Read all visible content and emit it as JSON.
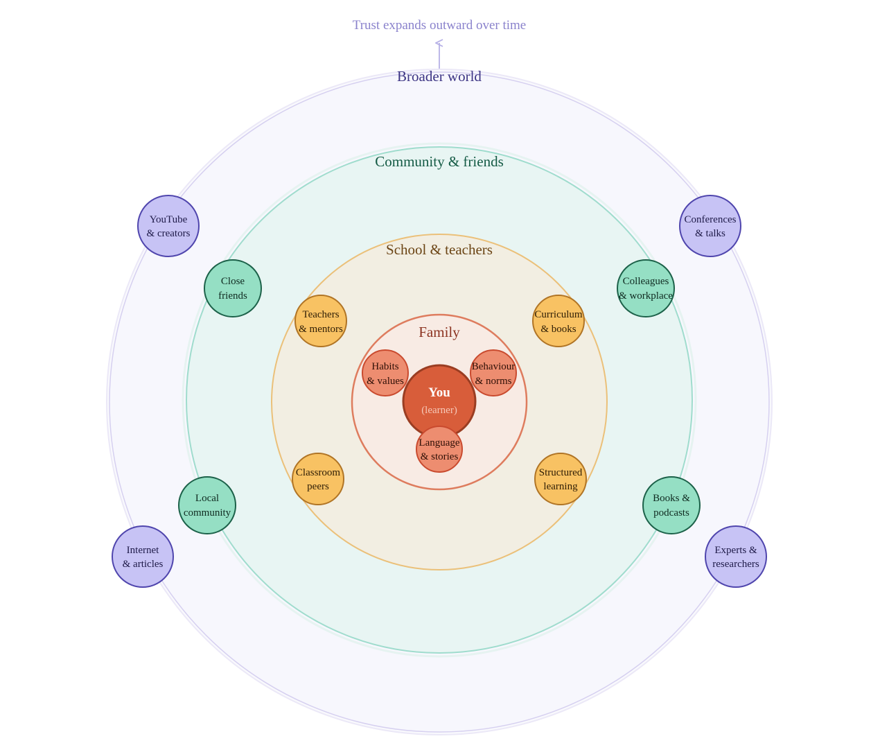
{
  "diagram": {
    "annotation": "Trust expands outward over time",
    "center": {
      "title": "You",
      "subtitle": "(learner)"
    },
    "rings": {
      "world": {
        "label": "Broader world"
      },
      "community": {
        "label": "Community & friends"
      },
      "school": {
        "label": "School & teachers"
      },
      "family": {
        "label": "Family"
      }
    },
    "nodes": {
      "youtube": [
        "YouTube",
        "& creators"
      ],
      "conferences": [
        "Conferences",
        "& talks"
      ],
      "internet": [
        "Internet",
        "& articles"
      ],
      "experts": [
        "Experts &",
        "researchers"
      ],
      "close_friends": [
        "Close",
        "friends"
      ],
      "colleagues": [
        "Colleagues",
        "& workplace"
      ],
      "local_community": [
        "Local",
        "community"
      ],
      "books_podcasts": [
        "Books &",
        "podcasts"
      ],
      "teachers": [
        "Teachers",
        "& mentors"
      ],
      "curriculum": [
        "Curriculum",
        "& books"
      ],
      "classroom": [
        "Classroom",
        "peers"
      ],
      "structured": [
        "Structured",
        "learning"
      ],
      "habits": [
        "Habits",
        "& values"
      ],
      "behaviour": [
        "Behaviour",
        "& norms"
      ],
      "language": [
        "Language",
        "& stories"
      ]
    },
    "colors": {
      "world_fill": "#f7f7fd",
      "world_stroke": "#d6d0f0",
      "community_fill": "#e8f5f3",
      "community_stroke": "#9fdccd",
      "school_fill": "#f2eee2",
      "school_stroke": "#ebc079",
      "family_fill": "#f8ebe4",
      "family_stroke": "#de7c5e",
      "center_fill": "#d85d3a",
      "center_stroke": "#9a3d22",
      "purple_node": "#c7c3f5",
      "purple_stroke": "#4f45ad",
      "teal_node": "#95dfc4",
      "teal_stroke": "#1c6149",
      "orange_node": "#f8c263",
      "orange_stroke": "#b07425",
      "salmon_node": "#ed8d70",
      "salmon_stroke": "#c94a2e",
      "annotation": "#8a82cc"
    }
  }
}
